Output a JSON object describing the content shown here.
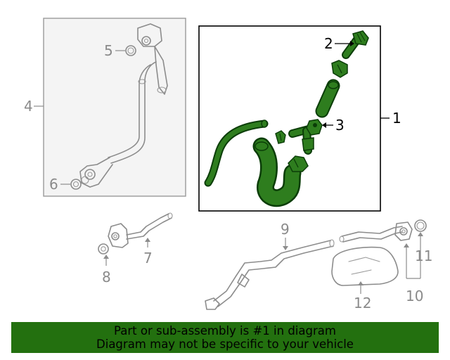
{
  "callouts": {
    "c1": "1",
    "c2": "2",
    "c3": "3",
    "c4": "4",
    "c5": "5",
    "c6": "6",
    "c7": "7",
    "c8": "8",
    "c9": "9",
    "c10": "10",
    "c11": "11",
    "c12": "12"
  },
  "colors": {
    "highlight_fill": "#2e7d1e",
    "highlight_outline": "#0b3d08",
    "banner": "#23700f",
    "part_lines": "#8c8c8c"
  },
  "banner": {
    "line1": "Part or sub-assembly is #1 in diagram",
    "line2": "Diagram may not be specific to your vehicle"
  }
}
